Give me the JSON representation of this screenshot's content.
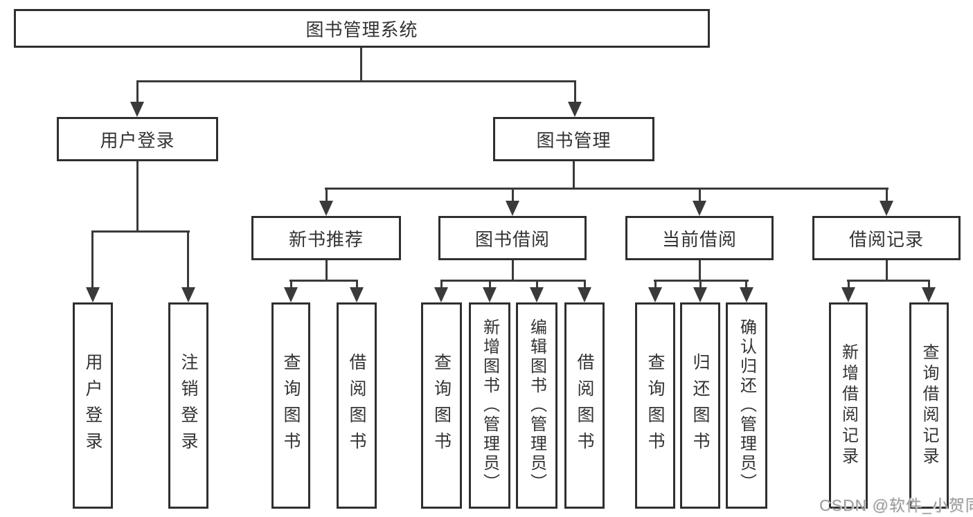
{
  "tree": {
    "root": {
      "label": "图书管理系统",
      "children": [
        {
          "label": "用户登录",
          "children": [
            {
              "label": "用户登录"
            },
            {
              "label": "注销登录"
            }
          ]
        },
        {
          "label": "图书管理",
          "children": [
            {
              "label": "新书推荐",
              "children": [
                {
                  "label": "查询图书"
                },
                {
                  "label": "借阅图书"
                }
              ]
            },
            {
              "label": "图书借阅",
              "children": [
                {
                  "label": "查询图书"
                },
                {
                  "label": "新增图书（管理员）"
                },
                {
                  "label": "编辑图书（管理员）"
                },
                {
                  "label": "借阅图书"
                }
              ]
            },
            {
              "label": "当前借阅",
              "children": [
                {
                  "label": "查询图书"
                },
                {
                  "label": "归还图书"
                },
                {
                  "label": "确认归还（管理员）"
                }
              ]
            },
            {
              "label": "借阅记录",
              "children": [
                {
                  "label": "新增借阅记录"
                },
                {
                  "label": "查询借阅记录"
                }
              ]
            }
          ]
        }
      ]
    }
  },
  "watermark": {
    "text": "CSDN @软件_小贺同学"
  },
  "colors": {
    "background": "#ffffff",
    "box_border": "#2f2f2f",
    "line": "#3a3a3a",
    "text": "#333333",
    "watermark": "#9b9b9b"
  }
}
